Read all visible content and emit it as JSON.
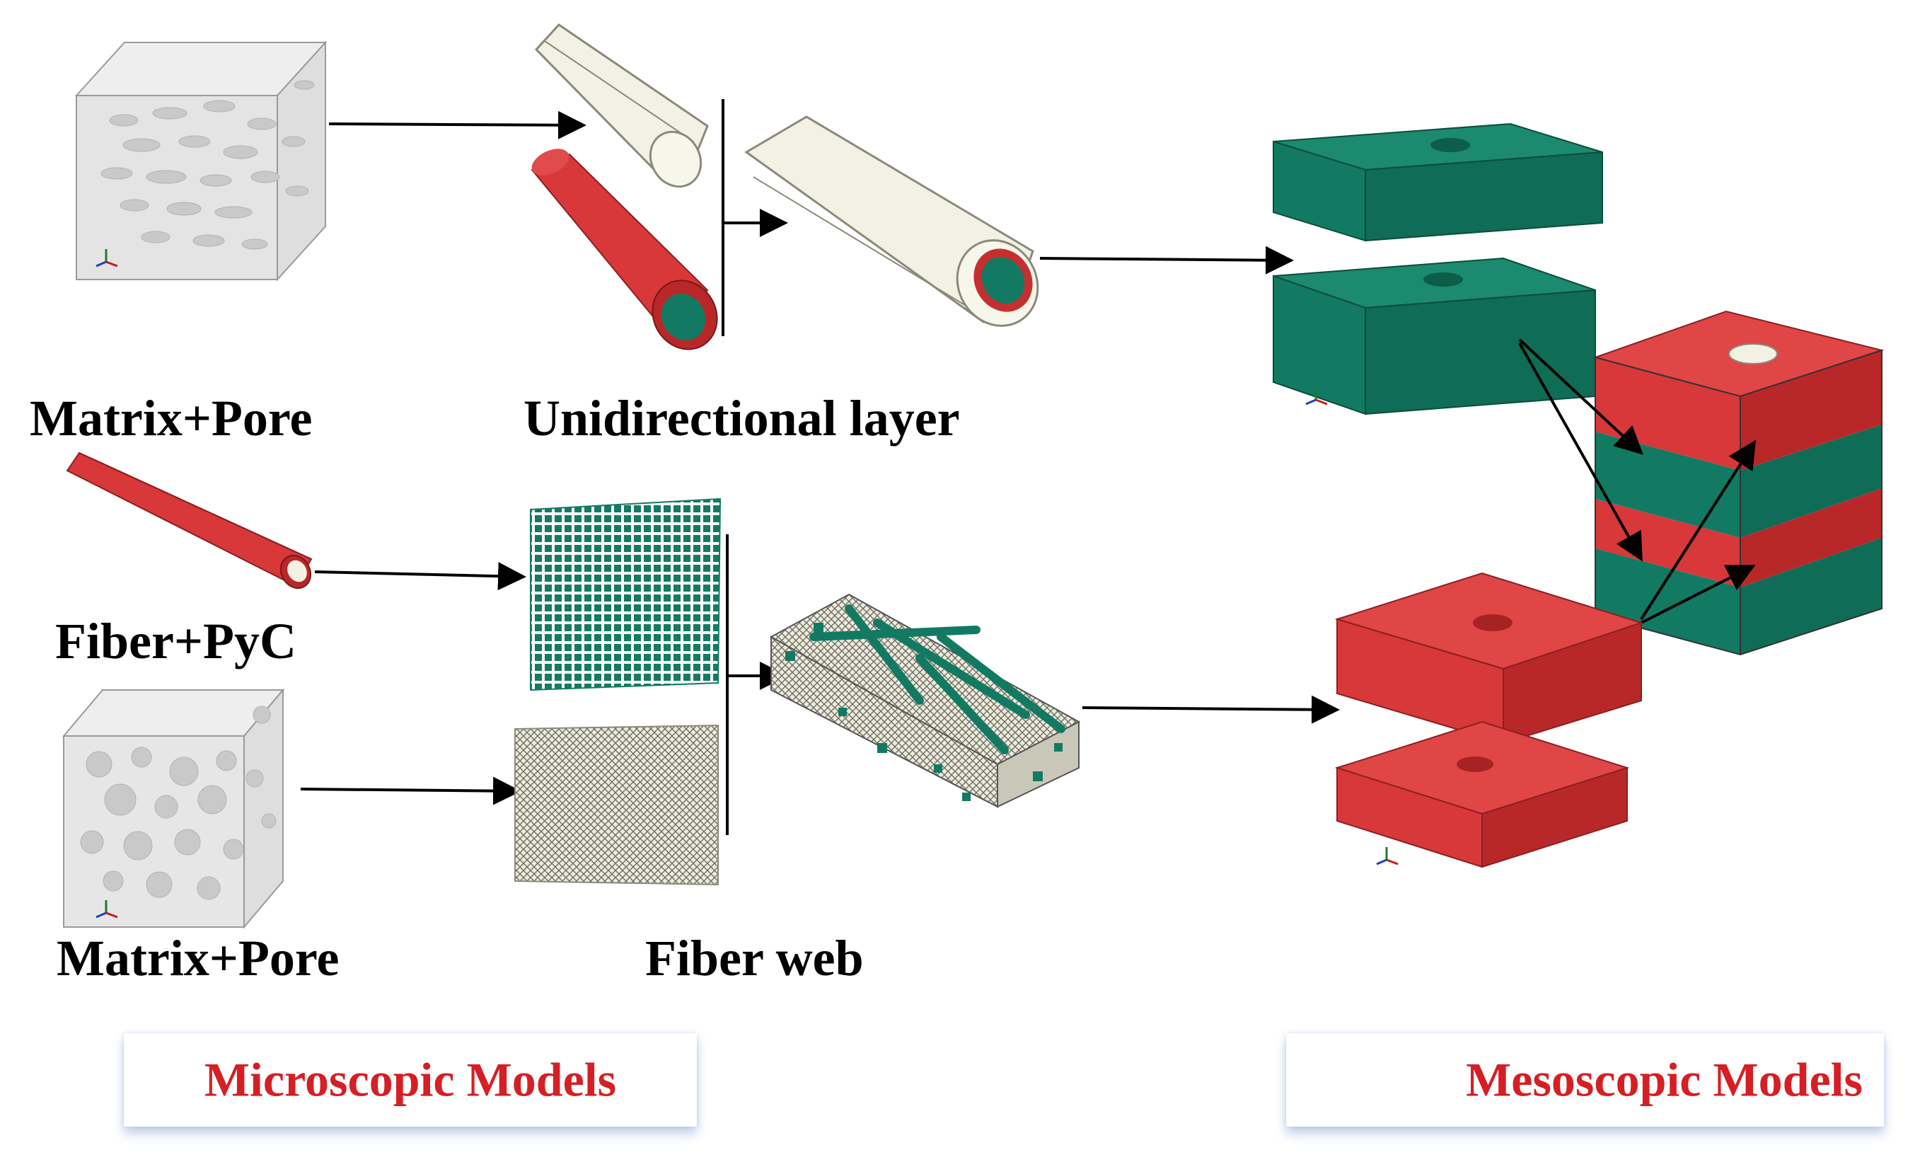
{
  "labels": {
    "matrix_pore_top": "Matrix+Pore",
    "unidirectional_layer": "Unidirectional layer",
    "fiber_pyc": "Fiber+PyC",
    "matrix_pore_bottom": "Matrix+Pore",
    "fiber_web": "Fiber web"
  },
  "banners": {
    "microscopic": "Microscopic Models",
    "mesoscopic": "Mesoscopic Models"
  },
  "colors": {
    "red": "#d8383a",
    "green": "#127a62",
    "cream": "#f2f1e3",
    "gray": "#e2e2e2",
    "banner_text": "#d51f24"
  },
  "icons": [
    "triad-axis-icon"
  ]
}
